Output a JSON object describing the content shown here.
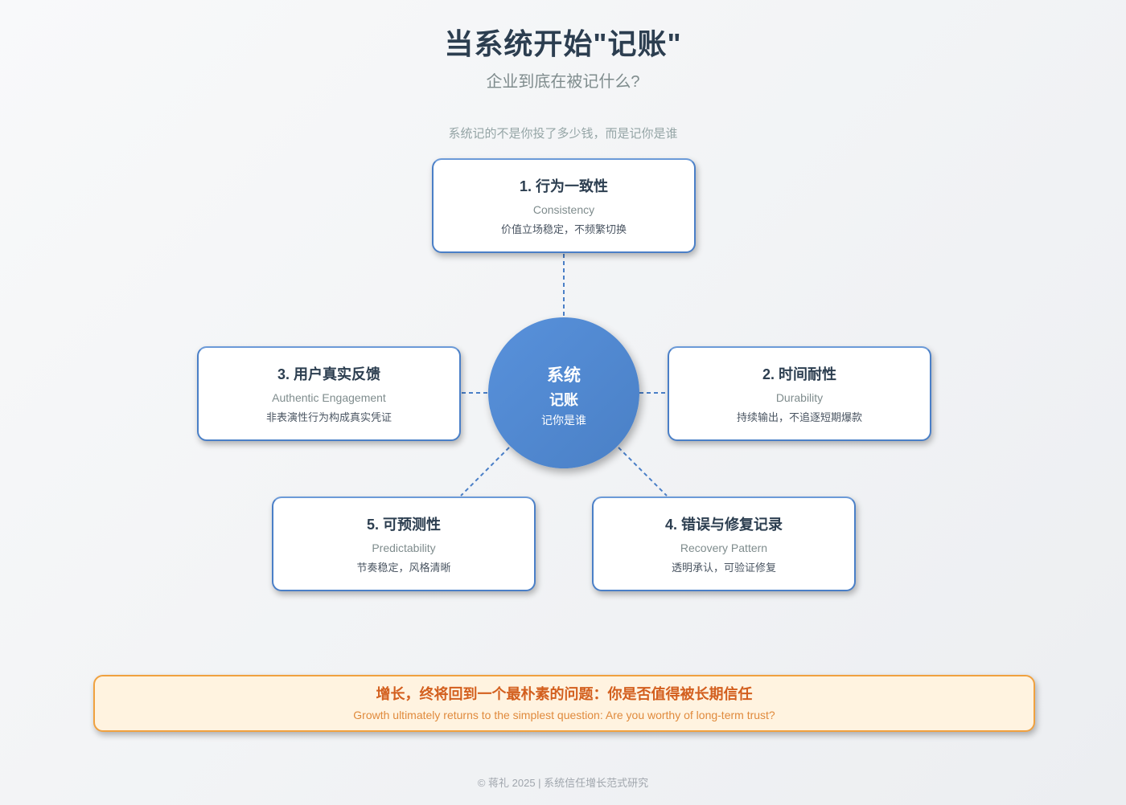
{
  "header": {
    "title": "当系统开始\"记账\"",
    "subtitle": "企业到底在被记什么?",
    "tagline": "系统记的不是你投了多少钱，而是记你是谁"
  },
  "hub": {
    "line1": "系统",
    "line2": "记账",
    "line3": "记你是谁",
    "color": "#4f87d0"
  },
  "cards": [
    {
      "title": "1. 行为一致性",
      "english": "Consistency",
      "description": "价值立场稳定，不频繁切换"
    },
    {
      "title": "2. 时间耐性",
      "english": "Durability",
      "description": "持续输出，不追逐短期爆款"
    },
    {
      "title": "3. 用户真实反馈",
      "english": "Authentic Engagement",
      "description": "非表演性行为构成真实凭证"
    },
    {
      "title": "4. 错误与修复记录",
      "english": "Recovery Pattern",
      "description": "透明承认，可验证修复"
    },
    {
      "title": "5. 可预测性",
      "english": "Predictability",
      "description": "节奏稳定，风格清晰"
    }
  ],
  "banner": {
    "chinese": "增长，终将回到一个最朴素的问题：你是否值得被长期信任",
    "english": "Growth ultimately returns to the simplest question: Are you worthy of long-term trust?",
    "border_color": "#f0a13f",
    "text_color": "#d35f1e"
  },
  "footer": {
    "text": "© 蒋礼 2025 | 系统信任增长范式研究"
  },
  "colors": {
    "accent": "#4a7fc7",
    "title": "#2c3e50",
    "muted": "#7f8c8d"
  }
}
